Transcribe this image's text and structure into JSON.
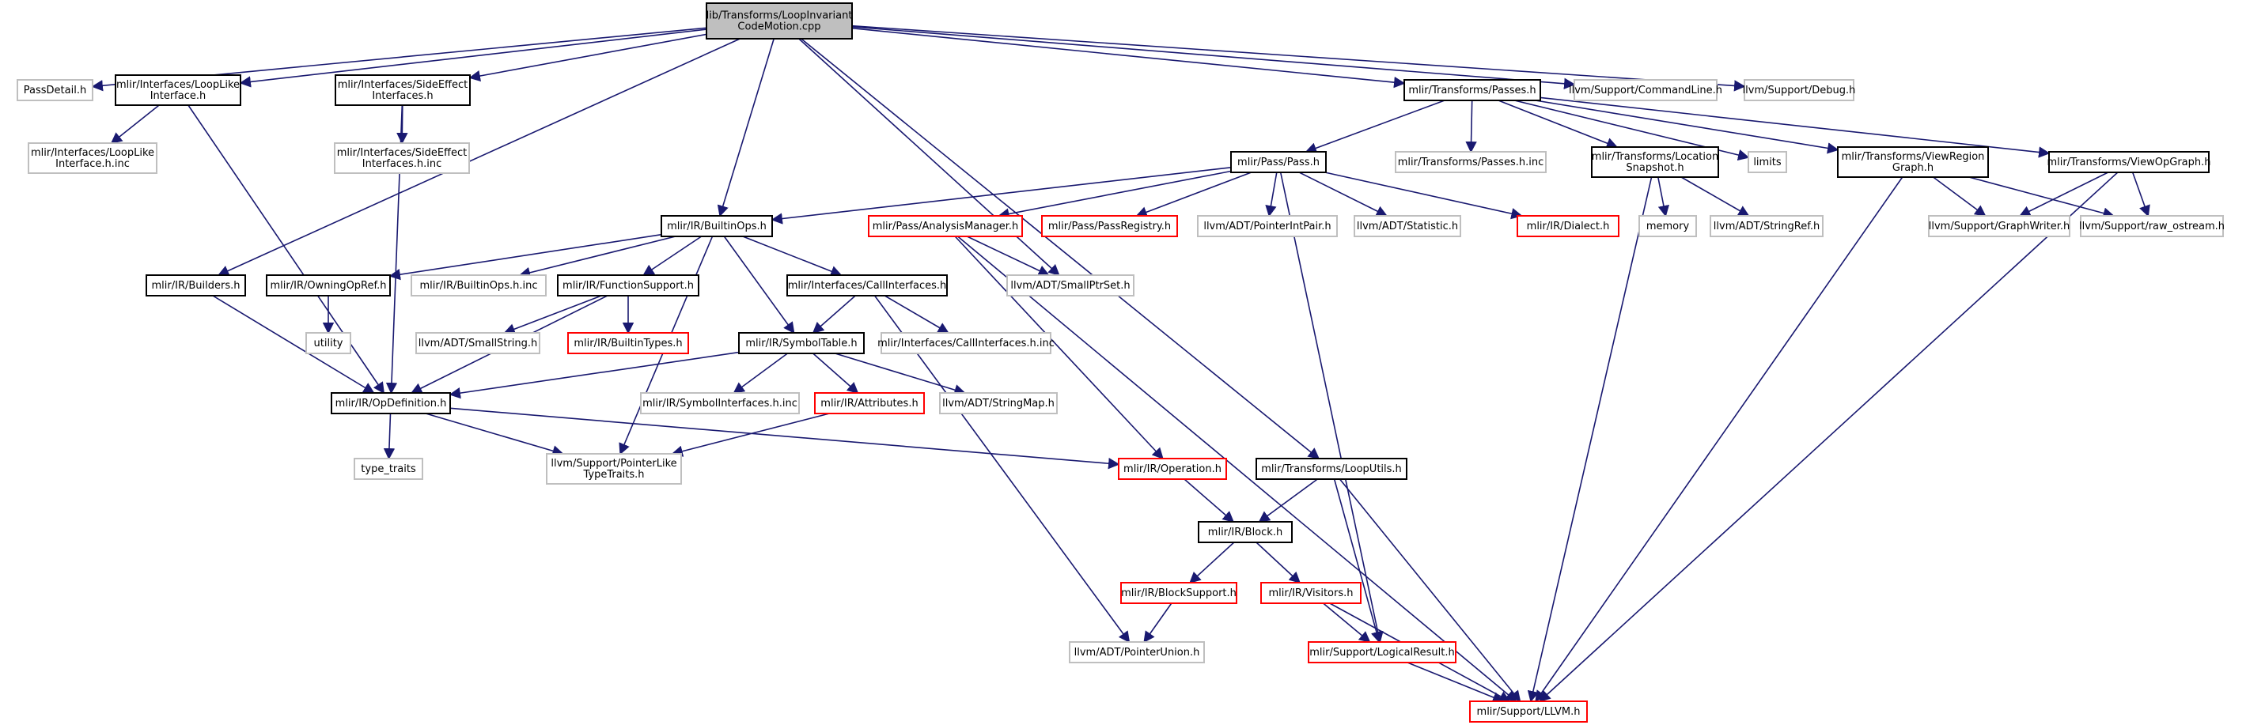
{
  "diagram": {
    "title": "Include dependency graph for LoopInvariantCodeMotion.cpp",
    "colors": {
      "edge": "#191970",
      "root_fill": "#bfbfbf",
      "root_border": "#000000",
      "documented_border": "#000000",
      "external_border": "#bfbfbf",
      "truncated_border": "#ff0000",
      "text": "#000000"
    },
    "nodes": [
      {
        "id": "root",
        "lines": [
          "lib/Transforms/LoopInvariant",
          "CodeMotion.cpp"
        ],
        "kind": "root"
      },
      {
        "id": "passdetail",
        "lines": [
          "PassDetail.h"
        ],
        "kind": "external"
      },
      {
        "id": "looplike",
        "lines": [
          "mlir/Interfaces/LoopLike",
          "Interface.h"
        ],
        "kind": "documented"
      },
      {
        "id": "sideeffect",
        "lines": [
          "mlir/Interfaces/SideEffect",
          "Interfaces.h"
        ],
        "kind": "documented"
      },
      {
        "id": "looplikeinc",
        "lines": [
          "mlir/Interfaces/LoopLike",
          "Interface.h.inc"
        ],
        "kind": "external"
      },
      {
        "id": "sideeffectinc",
        "lines": [
          "mlir/Interfaces/SideEffect",
          "Interfaces.h.inc"
        ],
        "kind": "external"
      },
      {
        "id": "passes",
        "lines": [
          "mlir/Transforms/Passes.h"
        ],
        "kind": "documented"
      },
      {
        "id": "commandline",
        "lines": [
          "llvm/Support/CommandLine.h"
        ],
        "kind": "external"
      },
      {
        "id": "debug",
        "lines": [
          "llvm/Support/Debug.h"
        ],
        "kind": "external"
      },
      {
        "id": "pass",
        "lines": [
          "mlir/Pass/Pass.h"
        ],
        "kind": "documented"
      },
      {
        "id": "passesinc",
        "lines": [
          "mlir/Transforms/Passes.h.inc"
        ],
        "kind": "external"
      },
      {
        "id": "locsnap",
        "lines": [
          "mlir/Transforms/Location",
          "Snapshot.h"
        ],
        "kind": "documented"
      },
      {
        "id": "limits",
        "lines": [
          "limits"
        ],
        "kind": "external"
      },
      {
        "id": "viewregion",
        "lines": [
          "mlir/Transforms/ViewRegion",
          "Graph.h"
        ],
        "kind": "documented"
      },
      {
        "id": "viewopgraph",
        "lines": [
          "mlir/Transforms/ViewOpGraph.h"
        ],
        "kind": "documented"
      },
      {
        "id": "builtinops",
        "lines": [
          "mlir/IR/BuiltinOps.h"
        ],
        "kind": "documented"
      },
      {
        "id": "analysismgr",
        "lines": [
          "mlir/Pass/AnalysisManager.h"
        ],
        "kind": "truncated"
      },
      {
        "id": "passregistry",
        "lines": [
          "mlir/Pass/PassRegistry.h"
        ],
        "kind": "truncated"
      },
      {
        "id": "ptrintpair",
        "lines": [
          "llvm/ADT/PointerIntPair.h"
        ],
        "kind": "external"
      },
      {
        "id": "statistic",
        "lines": [
          "llvm/ADT/Statistic.h"
        ],
        "kind": "external"
      },
      {
        "id": "dialect",
        "lines": [
          "mlir/IR/Dialect.h"
        ],
        "kind": "truncated"
      },
      {
        "id": "memory",
        "lines": [
          "memory"
        ],
        "kind": "external"
      },
      {
        "id": "stringref",
        "lines": [
          "llvm/ADT/StringRef.h"
        ],
        "kind": "external"
      },
      {
        "id": "graphwriter",
        "lines": [
          "llvm/Support/GraphWriter.h"
        ],
        "kind": "external"
      },
      {
        "id": "rawostream",
        "lines": [
          "llvm/Support/raw_ostream.h"
        ],
        "kind": "external"
      },
      {
        "id": "builders",
        "lines": [
          "mlir/IR/Builders.h"
        ],
        "kind": "documented"
      },
      {
        "id": "owningopref",
        "lines": [
          "mlir/IR/OwningOpRef.h"
        ],
        "kind": "documented"
      },
      {
        "id": "builtinopsinc",
        "lines": [
          "mlir/IR/BuiltinOps.h.inc"
        ],
        "kind": "external"
      },
      {
        "id": "funcsupport",
        "lines": [
          "mlir/IR/FunctionSupport.h"
        ],
        "kind": "documented"
      },
      {
        "id": "callif",
        "lines": [
          "mlir/Interfaces/CallInterfaces.h"
        ],
        "kind": "documented"
      },
      {
        "id": "smallptrset",
        "lines": [
          "llvm/ADT/SmallPtrSet.h"
        ],
        "kind": "external"
      },
      {
        "id": "utility",
        "lines": [
          "utility"
        ],
        "kind": "external"
      },
      {
        "id": "smallstring",
        "lines": [
          "llvm/ADT/SmallString.h"
        ],
        "kind": "external"
      },
      {
        "id": "builtintypes",
        "lines": [
          "mlir/IR/BuiltinTypes.h"
        ],
        "kind": "truncated"
      },
      {
        "id": "symtable",
        "lines": [
          "mlir/IR/SymbolTable.h"
        ],
        "kind": "documented"
      },
      {
        "id": "callifinc",
        "lines": [
          "mlir/Interfaces/CallInterfaces.h.inc"
        ],
        "kind": "external"
      },
      {
        "id": "opdef",
        "lines": [
          "mlir/IR/OpDefinition.h"
        ],
        "kind": "documented"
      },
      {
        "id": "symifinc",
        "lines": [
          "mlir/IR/SymbolInterfaces.h.inc"
        ],
        "kind": "external"
      },
      {
        "id": "attributes",
        "lines": [
          "mlir/IR/Attributes.h"
        ],
        "kind": "truncated"
      },
      {
        "id": "stringmap",
        "lines": [
          "llvm/ADT/StringMap.h"
        ],
        "kind": "external"
      },
      {
        "id": "typetraits",
        "lines": [
          "type_traits"
        ],
        "kind": "external"
      },
      {
        "id": "ptrliketypetraits",
        "lines": [
          "llvm/Support/PointerLike",
          "TypeTraits.h"
        ],
        "kind": "external"
      },
      {
        "id": "operation",
        "lines": [
          "mlir/IR/Operation.h"
        ],
        "kind": "truncated"
      },
      {
        "id": "looputils",
        "lines": [
          "mlir/Transforms/LoopUtils.h"
        ],
        "kind": "documented"
      },
      {
        "id": "block",
        "lines": [
          "mlir/IR/Block.h"
        ],
        "kind": "documented"
      },
      {
        "id": "blocksupport",
        "lines": [
          "mlir/IR/BlockSupport.h"
        ],
        "kind": "truncated"
      },
      {
        "id": "visitors",
        "lines": [
          "mlir/IR/Visitors.h"
        ],
        "kind": "truncated"
      },
      {
        "id": "ptrunion",
        "lines": [
          "llvm/ADT/PointerUnion.h"
        ],
        "kind": "external"
      },
      {
        "id": "logicalresult",
        "lines": [
          "mlir/Support/LogicalResult.h"
        ],
        "kind": "truncated"
      },
      {
        "id": "llvmh",
        "lines": [
          "mlir/Support/LLVM.h"
        ],
        "kind": "truncated"
      }
    ],
    "edges": [
      [
        "root",
        "passdetail"
      ],
      [
        "root",
        "looplike"
      ],
      [
        "root",
        "sideeffect"
      ],
      [
        "root",
        "builders"
      ],
      [
        "root",
        "builtinops"
      ],
      [
        "root",
        "looputils"
      ],
      [
        "root",
        "smallptrset"
      ],
      [
        "root",
        "passes"
      ],
      [
        "root",
        "commandline"
      ],
      [
        "root",
        "debug"
      ],
      [
        "looplike",
        "looplikeinc"
      ],
      [
        "looplike",
        "opdef"
      ],
      [
        "sideeffect",
        "sideeffectinc"
      ],
      [
        "sideeffect",
        "opdef"
      ],
      [
        "passes",
        "pass"
      ],
      [
        "passes",
        "passesinc"
      ],
      [
        "passes",
        "locsnap"
      ],
      [
        "passes",
        "limits"
      ],
      [
        "passes",
        "viewregion"
      ],
      [
        "passes",
        "viewopgraph"
      ],
      [
        "pass",
        "builtinops"
      ],
      [
        "pass",
        "analysismgr"
      ],
      [
        "pass",
        "passregistry"
      ],
      [
        "pass",
        "ptrintpair"
      ],
      [
        "pass",
        "statistic"
      ],
      [
        "pass",
        "dialect"
      ],
      [
        "pass",
        "logicalresult"
      ],
      [
        "locsnap",
        "memory"
      ],
      [
        "locsnap",
        "stringref"
      ],
      [
        "locsnap",
        "llvmh"
      ],
      [
        "viewregion",
        "graphwriter"
      ],
      [
        "viewregion",
        "rawostream"
      ],
      [
        "viewregion",
        "llvmh"
      ],
      [
        "viewopgraph",
        "graphwriter"
      ],
      [
        "viewopgraph",
        "rawostream"
      ],
      [
        "viewopgraph",
        "llvmh"
      ],
      [
        "builtinops",
        "owningopref"
      ],
      [
        "builtinops",
        "builtinopsinc"
      ],
      [
        "builtinops",
        "funcsupport"
      ],
      [
        "builtinops",
        "callif"
      ],
      [
        "builtinops",
        "symtable"
      ],
      [
        "builtinops",
        "ptrliketypetraits"
      ],
      [
        "analysismgr",
        "smallptrset"
      ],
      [
        "analysismgr",
        "operation"
      ],
      [
        "analysismgr",
        "llvmh"
      ],
      [
        "builders",
        "opdef"
      ],
      [
        "owningopref",
        "utility"
      ],
      [
        "funcsupport",
        "smallstring"
      ],
      [
        "funcsupport",
        "builtintypes"
      ],
      [
        "funcsupport",
        "opdef"
      ],
      [
        "callif",
        "symtable"
      ],
      [
        "callif",
        "callifinc"
      ],
      [
        "callif",
        "ptrunion"
      ],
      [
        "symtable",
        "opdef"
      ],
      [
        "symtable",
        "symifinc"
      ],
      [
        "symtable",
        "attributes"
      ],
      [
        "symtable",
        "stringmap"
      ],
      [
        "attributes",
        "ptrliketypetraits"
      ],
      [
        "opdef",
        "typetraits"
      ],
      [
        "opdef",
        "ptrliketypetraits"
      ],
      [
        "opdef",
        "operation"
      ],
      [
        "operation",
        "block"
      ],
      [
        "looputils",
        "block"
      ],
      [
        "looputils",
        "logicalresult"
      ],
      [
        "looputils",
        "llvmh"
      ],
      [
        "block",
        "blocksupport"
      ],
      [
        "block",
        "visitors"
      ],
      [
        "blocksupport",
        "ptrunion"
      ],
      [
        "visitors",
        "logicalresult"
      ],
      [
        "visitors",
        "llvmh"
      ],
      [
        "logicalresult",
        "llvmh"
      ]
    ]
  }
}
